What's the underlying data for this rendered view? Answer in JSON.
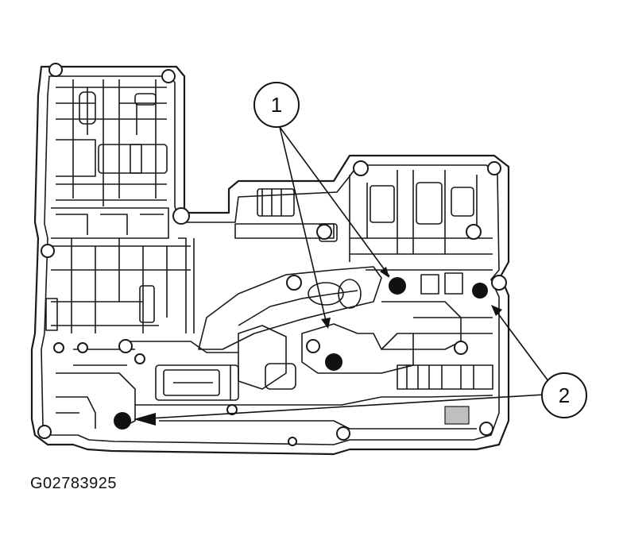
{
  "figure": {
    "id_label": "G02783925"
  },
  "callouts": [
    {
      "label": "1",
      "description_count": 2
    },
    {
      "label": "2",
      "description_count": 2
    }
  ],
  "colors": {
    "line": "#1a1a1a",
    "dot": "#111111",
    "background": "#ffffff"
  }
}
